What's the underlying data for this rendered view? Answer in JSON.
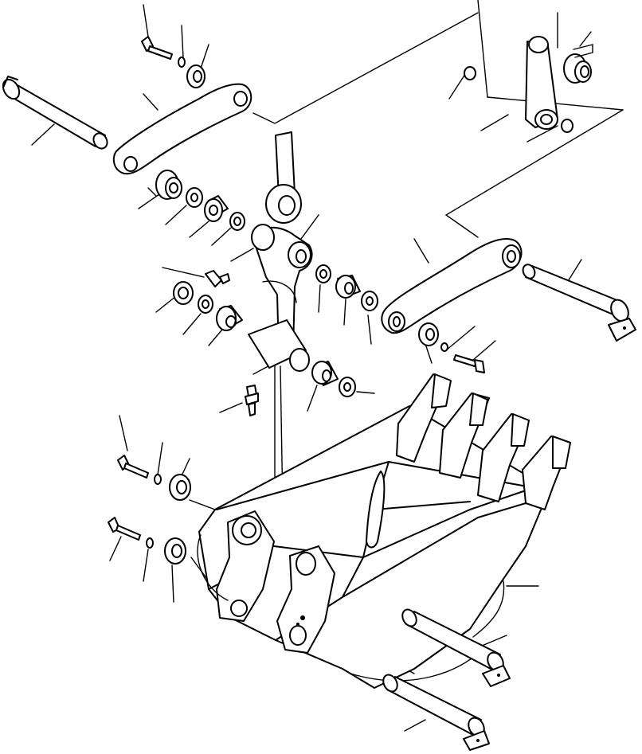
{
  "colors": {
    "line": "#000000",
    "background": "#ffffff"
  },
  "parts": [
    {
      "name": "pin-upper-left"
    },
    {
      "name": "link-upper-left"
    },
    {
      "name": "bolt-upper-left"
    },
    {
      "name": "arm-cylinder-rod"
    },
    {
      "name": "bucket-link-yoke"
    },
    {
      "name": "link-right"
    },
    {
      "name": "pin-right"
    },
    {
      "name": "bolt-right"
    },
    {
      "name": "grease-fitting"
    },
    {
      "name": "bucket"
    },
    {
      "name": "bucket-teeth"
    },
    {
      "name": "bucket-pin-lower-1"
    },
    {
      "name": "bucket-pin-lower-2"
    },
    {
      "name": "boss-upper-right"
    }
  ]
}
